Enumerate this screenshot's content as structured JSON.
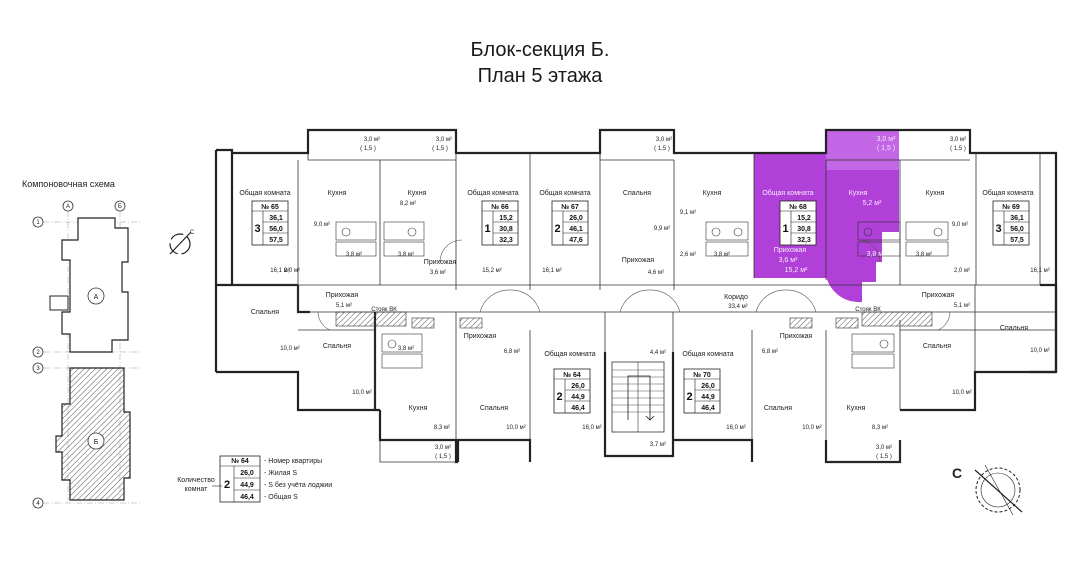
{
  "title_line1": "Блок-секция Б.",
  "title_line2": "План 5 этажа",
  "scheme": {
    "title": "Компоновочная схема",
    "axes_h": [
      "А",
      "Б"
    ],
    "axes_v": [
      "1",
      "2",
      "3",
      "4"
    ],
    "section_a": "А",
    "section_b": "Б"
  },
  "compass_letter": "С",
  "balconies": [
    {
      "area": "3,0 м²",
      "coef": "( 1,5 )"
    },
    {
      "area": "3,0 м²",
      "coef": "( 1,5 )"
    },
    {
      "area": "3,0 м²",
      "coef": "( 1,5 )"
    },
    {
      "area": "3,0 м²",
      "coef": "( 1,5 )"
    },
    {
      "area": "3,0 м²",
      "coef": "( 1,5 )"
    },
    {
      "area": "3,0 м²",
      "coef": "( 1,5 )"
    },
    {
      "area": "3,0 м²",
      "coef": "( 1,5 )"
    }
  ],
  "apartments": [
    {
      "no": "№ 65",
      "rooms": "3",
      "living": "36,1",
      "no_loggia": "56,0",
      "total": "57,5"
    },
    {
      "no": "№ 66",
      "rooms": "1",
      "living": "15,2",
      "no_loggia": "30,8",
      "total": "32,3"
    },
    {
      "no": "№ 67",
      "rooms": "2",
      "living": "26,0",
      "no_loggia": "46,1",
      "total": "47,6"
    },
    {
      "no": "№ 68",
      "rooms": "1",
      "living": "15,2",
      "no_loggia": "30,8",
      "total": "32,3"
    },
    {
      "no": "№ 69",
      "rooms": "3",
      "living": "36,1",
      "no_loggia": "56,0",
      "total": "57,5"
    },
    {
      "no": "№ 64",
      "rooms": "2",
      "living": "26,0",
      "no_loggia": "44,9",
      "total": "46,4"
    },
    {
      "no": "№ 70",
      "rooms": "2",
      "living": "26,0",
      "no_loggia": "44,9",
      "total": "46,4"
    }
  ],
  "room_labels": [
    {
      "name": "Общая комната",
      "area": "16,1 м²"
    },
    {
      "name": "Кухня",
      "area": "9,0 м²"
    },
    {
      "name": "Кухня",
      "area": "8,2 м²"
    },
    {
      "name": "Общая комната",
      "area": "15,2 м²"
    },
    {
      "name": "Общая комната",
      "area": "16,1 м²"
    },
    {
      "name": "Спальня",
      "area": "9,9 м²"
    },
    {
      "name": "Кухня",
      "area": "9,1 м²"
    },
    {
      "name": "Общая комната",
      "area": "15,2 м²"
    },
    {
      "name": "Кухня",
      "area": "5,2 м²"
    },
    {
      "name": "Кухня",
      "area": "9,0 м²"
    },
    {
      "name": "Общая комната",
      "area": "16,1 м²"
    },
    {
      "name": "Спальня",
      "area": "10,0 м²"
    },
    {
      "name": "Спальня",
      "area": "10,0 м²"
    },
    {
      "name": "Кухня",
      "area": "8,3 м²"
    },
    {
      "name": "Спальня",
      "area": "10,0 м²"
    },
    {
      "name": "Общая комната",
      "area": "16,0 м²"
    },
    {
      "name": "Общая комната",
      "area": "16,0 м²"
    },
    {
      "name": "Спальня",
      "area": "10,0 м²"
    },
    {
      "name": "Кухня",
      "area": "8,3 м²"
    },
    {
      "name": "Спальня",
      "area": "10,0 м²"
    },
    {
      "name": "Спальня",
      "area": "10,0 м²"
    }
  ],
  "small_areas": [
    "3,8 м²",
    "3,8 м²",
    "2,0 м²",
    "3,6 м²",
    "4,6 м²",
    "2,6 м²",
    "3,8 м²",
    "3,6 м²",
    "3,8 м²",
    "2,0 м²",
    "3,8 м²",
    "3,8 м²",
    "5,1 м²",
    "5,1 м²",
    "6,8 м²",
    "6,8 м²",
    "4,4 м²",
    "3,7 м²"
  ],
  "hall_labels": {
    "hall": "Прихожая",
    "corridor": "Коридо",
    "corridor_area": "33,4 м²",
    "riser": "Стояк ВК"
  },
  "legend": {
    "no": "№ 64",
    "no_desc": "- Номер квартиры",
    "living": "26,0",
    "living_desc": "- Жилая S",
    "no_loggia": "44,9",
    "no_loggia_desc": "- S без учёта лоджии",
    "total": "46,4",
    "total_desc": "- Общая S",
    "rooms": "2",
    "rooms_title_1": "Количество",
    "rooms_title_2": "комнат"
  },
  "colors": {
    "highlight": "#b040d8",
    "highlight_light": "#c266e6",
    "scheme_fill": "#9a9a9a"
  }
}
